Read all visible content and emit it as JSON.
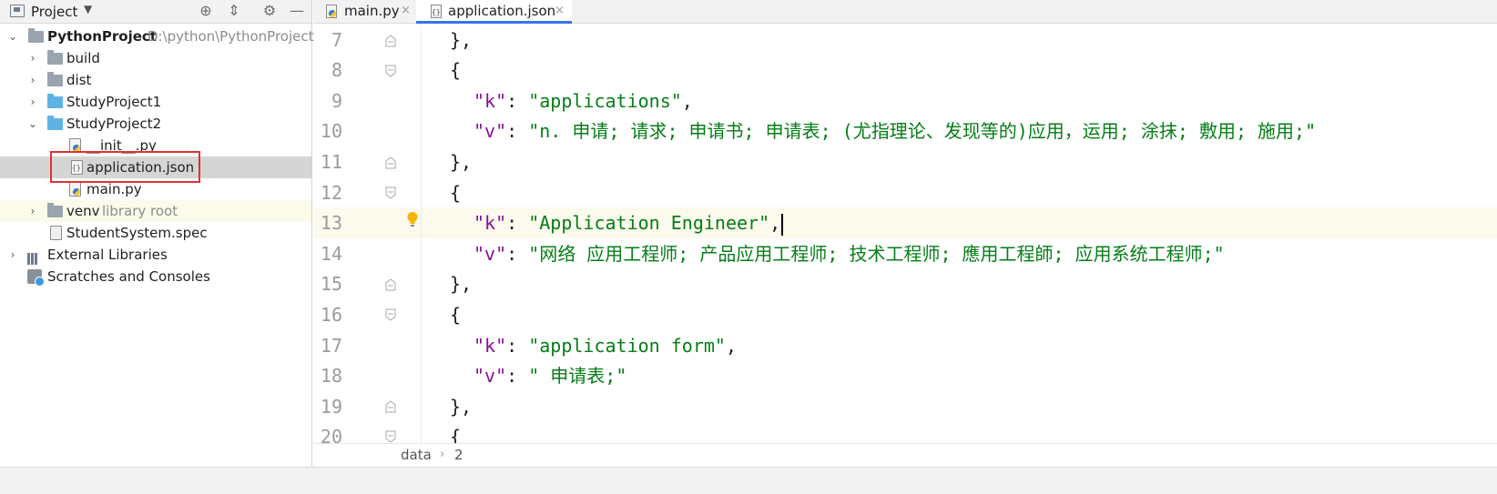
{
  "project_panel": {
    "title": "Project",
    "tree": [
      {
        "label": "PythonProject",
        "hint": "D:\\python\\PythonProject",
        "bold": true
      },
      {
        "label": "build"
      },
      {
        "label": "dist"
      },
      {
        "label": "StudyProject1"
      },
      {
        "label": "StudyProject2"
      },
      {
        "label": "__init__.py"
      },
      {
        "label": "application.json"
      },
      {
        "label": "main.py"
      },
      {
        "label": "venv",
        "hint": "library root"
      },
      {
        "label": "StudentSystem.spec"
      },
      {
        "label": "External Libraries"
      },
      {
        "label": "Scratches and Consoles"
      }
    ]
  },
  "tabs": [
    {
      "label": "main.py",
      "close": "×",
      "active": false
    },
    {
      "label": "application.json",
      "close": "×",
      "active": true
    }
  ],
  "editor": {
    "line_numbers": [
      "7",
      "8",
      "9",
      "10",
      "11",
      "12",
      "13",
      "14",
      "15",
      "16",
      "17",
      "18",
      "19",
      "20"
    ],
    "code": {
      "l7": "},",
      "l8": "{",
      "l9_key": "\"k\"",
      "l9_sep": ": ",
      "l9_val": "\"applications\"",
      "l9_end": ",",
      "l10_key": "\"v\"",
      "l10_sep": ": ",
      "l10_val": "\"n. 申请; 请求; 申请书; 申请表; (尤指理论、发现等的)应用，运用; 涂抹; 敷用; 施用;\"",
      "l11": "},",
      "l12": "{",
      "l13_key": "\"k\"",
      "l13_sep": ": ",
      "l13_val": "\"Application Engineer\"",
      "l13_end": ",",
      "l14_key": "\"v\"",
      "l14_sep": ": ",
      "l14_val": "\"网络 应用工程师; 产品应用工程师; 技术工程师; 應用工程師; 应用系统工程师;\"",
      "l15": "},",
      "l16": "{",
      "l17_key": "\"k\"",
      "l17_sep": ": ",
      "l17_val": "\"application form\"",
      "l17_end": ",",
      "l18_key": "\"v\"",
      "l18_sep": ": ",
      "l18_val": "\" 申请表;\"",
      "l19": "},",
      "l20": "{"
    }
  },
  "breadcrumb": {
    "items": [
      "data",
      "2"
    ],
    "separator": "›"
  },
  "colors": {
    "json_key": "#871094",
    "json_string": "#067d17",
    "selection": "#d5d5d5",
    "annotation_box": "#e03131",
    "active_tab_underline": "#3574f0"
  }
}
